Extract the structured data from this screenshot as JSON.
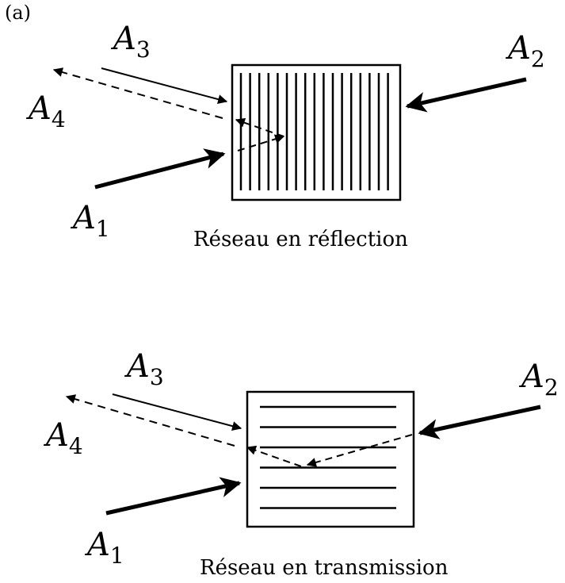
{
  "panel_label": "(a)",
  "panels": [
    {
      "caption": "Réseau en réflection",
      "grating": "vertical",
      "labels": {
        "A1": "A",
        "A1_sub": "1",
        "A2": "A",
        "A2_sub": "2",
        "A3": "A",
        "A3_sub": "3",
        "A4": "A",
        "A4_sub": "4"
      }
    },
    {
      "caption": "Réseau en transmission",
      "grating": "horizontal",
      "labels": {
        "A1": "A",
        "A1_sub": "1",
        "A2": "A",
        "A2_sub": "2",
        "A3": "A",
        "A3_sub": "3",
        "A4": "A",
        "A4_sub": "4"
      }
    }
  ],
  "colors": {
    "ink": "#000000",
    "background": "#ffffff"
  }
}
